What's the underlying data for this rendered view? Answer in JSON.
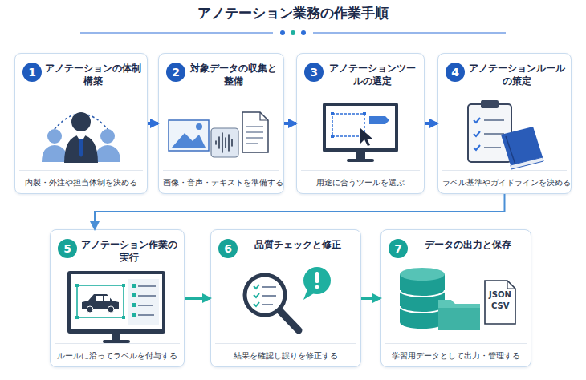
{
  "diagram": {
    "title": "アノテーション業務の作業手順",
    "nodes": [
      {
        "text": [
          "1",
          "アノテーションの体制構築",
          "内製・外注や担当体制を決める"
        ]
      },
      {
        "text": [
          "2",
          "対象データの収集と整備",
          "画像・音声・テキストを準備する"
        ]
      },
      {
        "text": [
          "3",
          "アノテーションツールの選定",
          "用途に合うツールを選ぶ"
        ]
      },
      {
        "text": [
          "4",
          "アノテーションルールの策定",
          "ラベル基準やガイドラインを決める"
        ]
      },
      {
        "text": [
          "5",
          "アノテーション作業の実行",
          "ルールに沿ってラベルを付与する"
        ]
      },
      {
        "text": [
          "6",
          "品質チェックと修正",
          "結果を確認し誤りを修正する"
        ]
      },
      {
        "text": [
          "7",
          "データの出力と保存",
          "学習用データとして出力・管理する"
        ]
      }
    ],
    "edges": [
      {
        "from": 0,
        "to": 1,
        "arrow": "to"
      },
      {
        "from": 1,
        "to": 2,
        "arrow": "to"
      },
      {
        "from": 2,
        "to": 3,
        "arrow": "to"
      },
      {
        "from": 3,
        "to": 4,
        "arrow": "to"
      },
      {
        "from": 4,
        "to": 5,
        "arrow": "to"
      },
      {
        "from": 5,
        "to": 6,
        "arrow": "to"
      }
    ],
    "labels": [
      "JSON",
      "CSV"
    ]
  }
}
